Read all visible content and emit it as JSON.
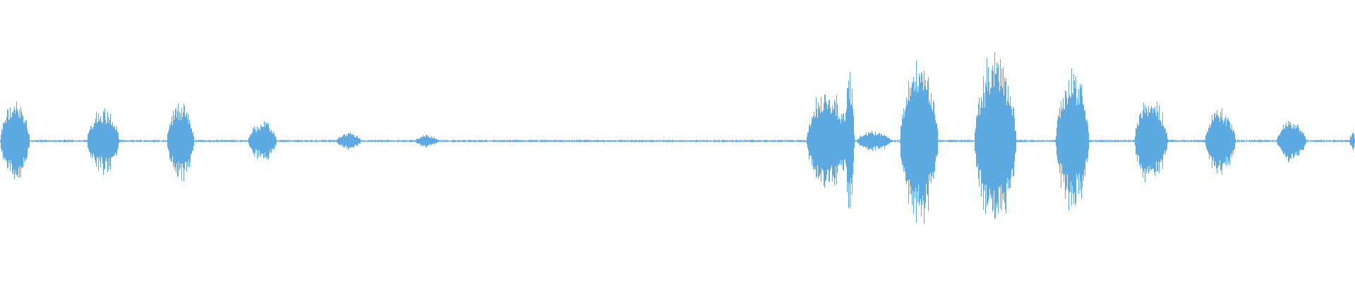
{
  "waveform": {
    "color": "#5DA9E2",
    "background": "#ffffff",
    "silence_level": 0.01,
    "bursts": [
      {
        "start": 0.0,
        "end": 0.024,
        "peak": 0.32
      },
      {
        "start": 0.064,
        "end": 0.09,
        "peak": 0.27
      },
      {
        "start": 0.123,
        "end": 0.145,
        "peak": 0.32
      },
      {
        "start": 0.183,
        "end": 0.206,
        "peak": 0.16
      },
      {
        "start": 0.248,
        "end": 0.268,
        "peak": 0.07
      },
      {
        "start": 0.306,
        "end": 0.325,
        "peak": 0.05
      },
      {
        "start": 0.595,
        "end": 0.629,
        "peak": 0.42
      },
      {
        "start": 0.623,
        "end": 0.631,
        "peak": 0.55
      },
      {
        "start": 0.632,
        "end": 0.66,
        "peak": 0.08
      },
      {
        "start": 0.664,
        "end": 0.695,
        "peak": 0.68
      },
      {
        "start": 0.719,
        "end": 0.753,
        "peak": 0.72
      },
      {
        "start": 0.779,
        "end": 0.806,
        "peak": 0.58
      },
      {
        "start": 0.837,
        "end": 0.864,
        "peak": 0.36
      },
      {
        "start": 0.889,
        "end": 0.914,
        "peak": 0.26
      },
      {
        "start": 0.942,
        "end": 0.966,
        "peak": 0.17
      },
      {
        "start": 0.996,
        "end": 1.0,
        "peak": 0.08
      }
    ]
  }
}
